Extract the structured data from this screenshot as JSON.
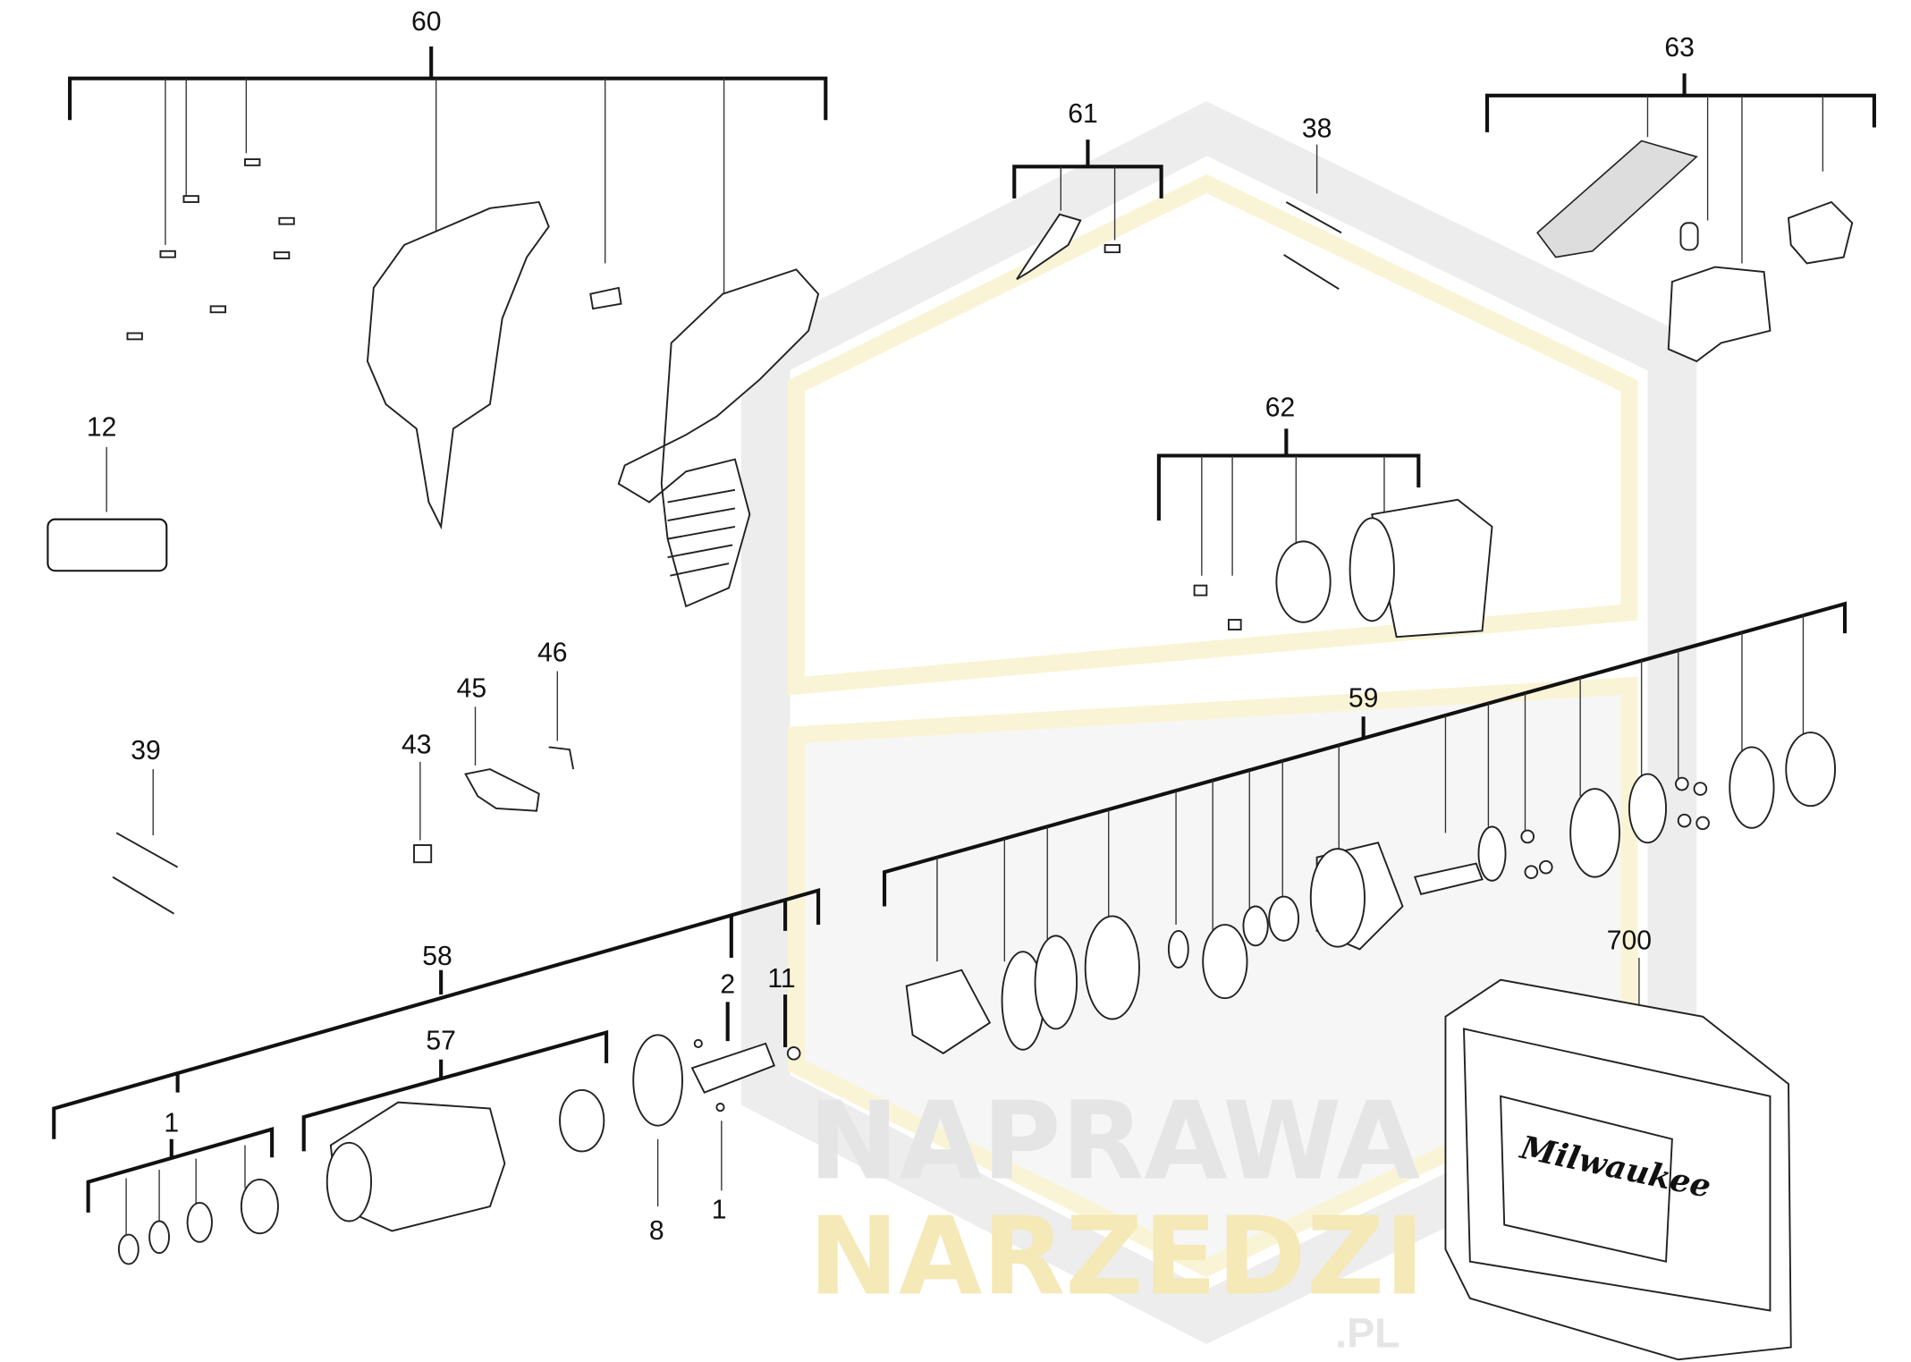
{
  "watermark": {
    "line1": "NAPRAWA",
    "line2": "NARZEDZI",
    "suffix": ".PL",
    "color_gray": "#e8e8e8",
    "color_yellow": "#fbf5d8"
  },
  "case_logo": "Milwaukee",
  "callouts": {
    "c60": "60",
    "c12": "12",
    "c61": "61",
    "c38": "38",
    "c63": "63",
    "c62": "62",
    "c46": "46",
    "c45": "45",
    "c43": "43",
    "c39": "39",
    "c59": "59",
    "c58": "58",
    "c2": "2",
    "c11": "11",
    "c57": "57",
    "c1a": "1",
    "c1b": "1",
    "c8": "8",
    "c700": "700"
  }
}
